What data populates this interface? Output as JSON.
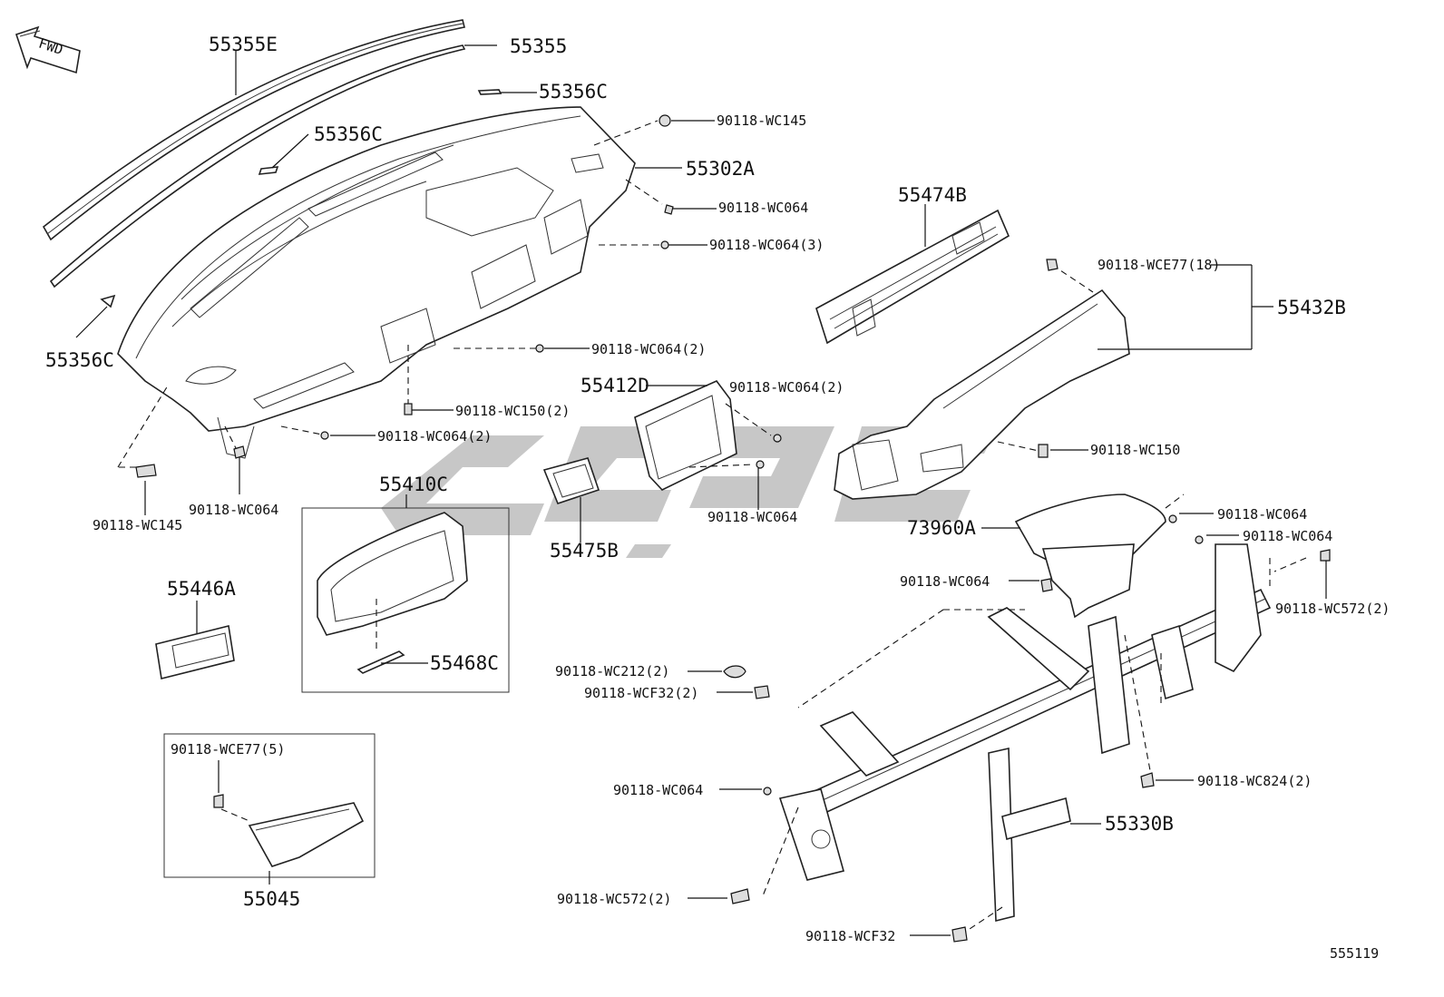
{
  "fwd_label": "FWD",
  "diagram_code": "555119",
  "labels": {
    "l_55355E": "55355E",
    "l_55355": "55355",
    "l_55356C_top": "55356C",
    "l_55356C_mid": "55356C",
    "l_55356C_left": "55356C",
    "l_wc145_top": "90118-WC145",
    "l_55302A": "55302A",
    "l_wc064_a": "90118-WC064",
    "l_wc064_3": "90118-WC064(3)",
    "l_55474B": "55474B",
    "l_wce77_18": "90118-WCE77(18)",
    "l_55432B": "55432B",
    "l_wc064_2a": "90118-WC064(2)",
    "l_55412D": "55412D",
    "l_wc064_2b": "90118-WC064(2)",
    "l_wc150_2": "90118-WC150(2)",
    "l_wc064_2c": "90118-WC064(2)",
    "l_wc150": "90118-WC150",
    "l_wc145_left": "90118-WC145",
    "l_wc064_b": "90118-WC064",
    "l_55410C": "55410C",
    "l_wc064_c": "90118-WC064",
    "l_55475B": "55475B",
    "l_wc064_d": "90118-WC064",
    "l_73960A": "73960A",
    "l_wc064_e": "90118-WC064",
    "l_wc064_f": "90118-WC064",
    "l_wc572_2a": "90118-WC572(2)",
    "l_55446A": "55446A",
    "l_55468C": "55468C",
    "l_wc212_2": "90118-WC212(2)",
    "l_wcf32_2": "90118-WCF32(2)",
    "l_wce77_5": "90118-WCE77(5)",
    "l_wc064_g": "90118-WC064",
    "l_wc824_2": "90118-WC824(2)",
    "l_55330B": "55330B",
    "l_55045": "55045",
    "l_wc572_2b": "90118-WC572(2)",
    "l_wcf32": "90118-WCF32"
  }
}
